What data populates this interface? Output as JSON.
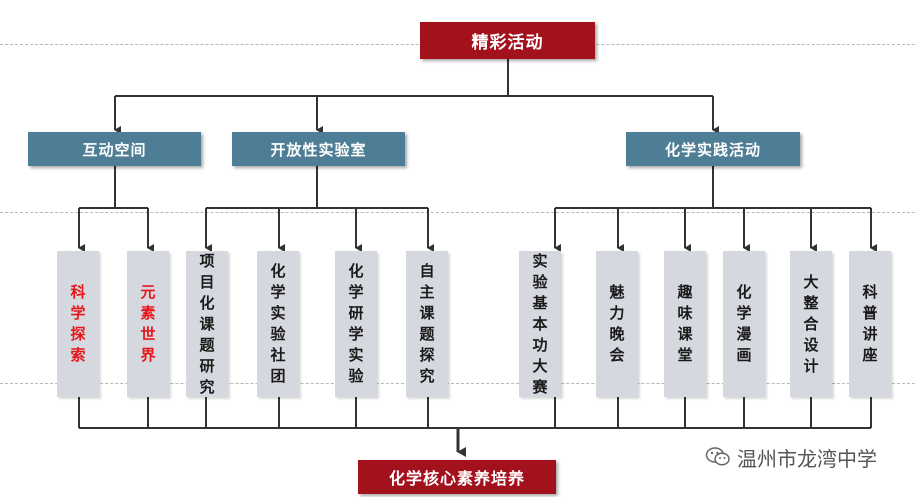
{
  "title": "精彩活动",
  "categories": [
    {
      "label": "互动空间"
    },
    {
      "label": "开放性实验室"
    },
    {
      "label": "化学实践活动"
    }
  ],
  "activities": [
    {
      "label": "科学探索",
      "emphasis": true
    },
    {
      "label": "元素世界",
      "emphasis": true
    },
    {
      "label": "项目化课题研究",
      "emphasis": false
    },
    {
      "label": "化学实验社团",
      "emphasis": false
    },
    {
      "label": "化学研学实验",
      "emphasis": false
    },
    {
      "label": "自主课题探究",
      "emphasis": false
    },
    {
      "label": "实验基本功大赛",
      "emphasis": false
    },
    {
      "label": "魅力晚会",
      "emphasis": false
    },
    {
      "label": "趣味课堂",
      "emphasis": false
    },
    {
      "label": "化学漫画",
      "emphasis": false
    },
    {
      "label": "大整合设计",
      "emphasis": false
    },
    {
      "label": "科普讲座",
      "emphasis": false
    }
  ],
  "outcome": "化学核心素养培养",
  "watermark": "温州市龙湾中学",
  "colors": {
    "red_box": "#a3111d",
    "blue_box": "#4e7e95",
    "activity_box": "#d6d8df",
    "emphasis_text": "#e8161b",
    "connector": "#333333"
  },
  "icons": {
    "watermark": "wechat-icon"
  }
}
